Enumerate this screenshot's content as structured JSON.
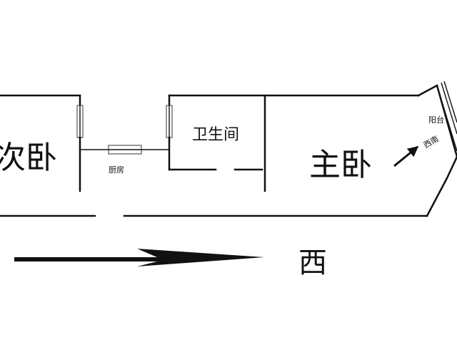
{
  "rooms": {
    "second_bedroom": "次卧",
    "kitchen": "厨房",
    "bathroom": "卫生间",
    "master_bedroom": "主卧",
    "balcony": "阳台"
  },
  "orientation": {
    "balcony_direction": "西南",
    "main_direction": "西"
  },
  "colors": {
    "line": "#111111",
    "background": "#ffffff"
  }
}
